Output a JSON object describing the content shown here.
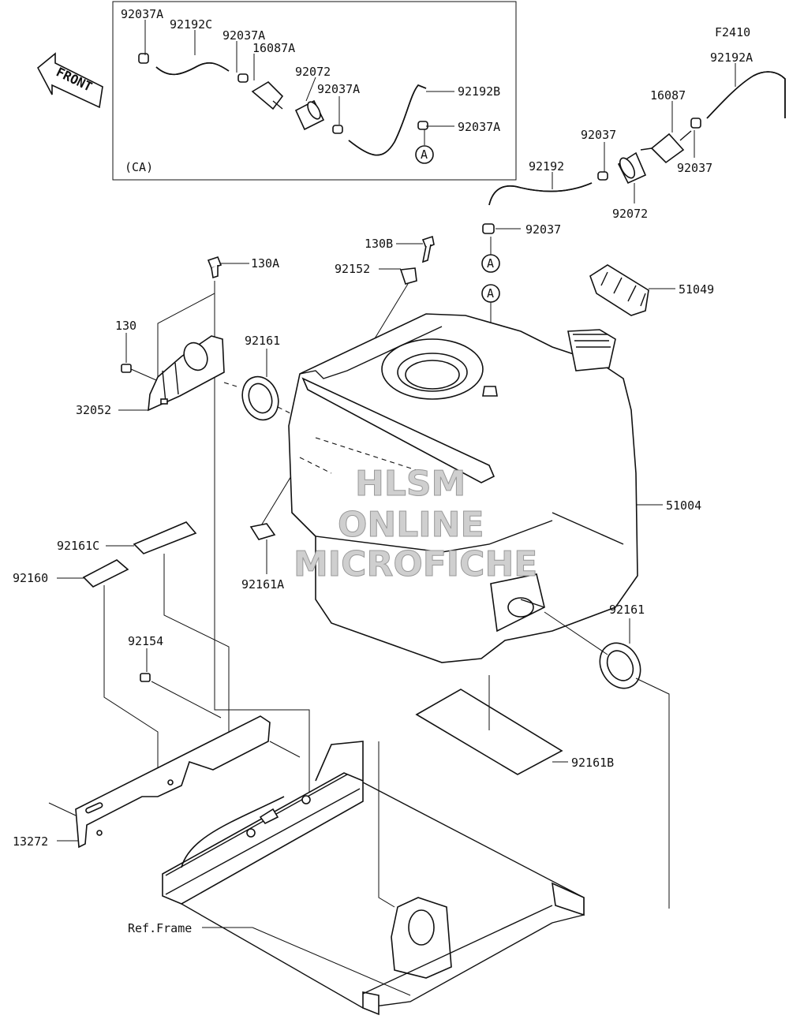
{
  "figure_code": "F2410",
  "inset_label": "(CA)",
  "front_arrow_text": "FRONT",
  "watermark": {
    "line1": "HLSM",
    "line2": "ONLINE",
    "line3": "MICROFICHE"
  },
  "callouts": {
    "c_92037A_a": "92037A",
    "c_92192C": "92192C",
    "c_92037A_b": "92037A",
    "c_16087A": "16087A",
    "c_92072_ca": "92072",
    "c_92037A_c": "92037A",
    "c_92192B": "92192B",
    "c_92037A_d": "92037A",
    "c_92192A": "92192A",
    "c_16087": "16087",
    "c_92037_a": "92037",
    "c_92037_b": "92037",
    "c_92192": "92192",
    "c_92072": "92072",
    "c_92037_c": "92037",
    "c_130B": "130B",
    "c_130A": "130A",
    "c_92152": "92152",
    "c_51049": "51049",
    "c_130": "130",
    "c_92161_a": "92161",
    "c_32052": "32052",
    "c_51004": "51004",
    "c_92161C": "92161C",
    "c_92160": "92160",
    "c_92161A": "92161A",
    "c_92161_b": "92161",
    "c_92154": "92154",
    "c_92161B": "92161B",
    "c_13272": "13272",
    "c_ref_frame": "Ref.Frame"
  },
  "connectors": {
    "a1": "A",
    "a2": "A",
    "a3": "A"
  }
}
